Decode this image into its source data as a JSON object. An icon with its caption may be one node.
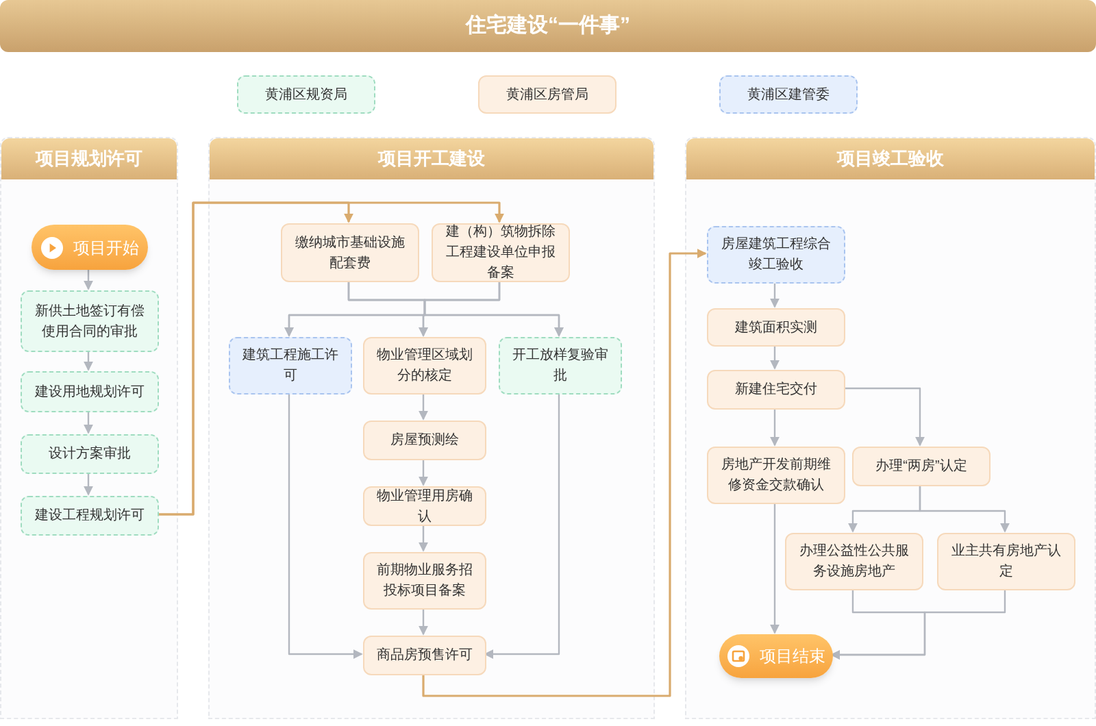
{
  "diagram": {
    "title": "住宅建设“一件事”",
    "nodes": [
      {
        "text": [
          "项目规划许可"
        ]
      },
      {
        "text": [
          "项目开始"
        ],
        "in": 0
      },
      {
        "text": [
          "新供土地签订有偿使用合同的审批"
        ],
        "in": 0
      },
      {
        "text": [
          "建设用地规划许可"
        ],
        "in": 0
      },
      {
        "text": [
          "设计方案审批"
        ],
        "in": 0
      },
      {
        "text": [
          "建设工程规划许可"
        ],
        "in": 0
      },
      {
        "text": [
          "项目开工建设"
        ]
      },
      {
        "text": [
          "缴纳城市基础设施配套费"
        ],
        "in": 6
      },
      {
        "text": [
          "建（构）筑物拆除工程建设单位申报备案"
        ],
        "in": 6
      },
      {
        "text": [
          "建筑工程施工许可"
        ],
        "in": 6
      },
      {
        "text": [
          "物业管理区域划分的核定"
        ],
        "in": 6
      },
      {
        "text": [
          "开工放样复验审批"
        ],
        "in": 6
      },
      {
        "text": [
          "房屋预测绘"
        ],
        "in": 6
      },
      {
        "text": [
          "物业管理用房确认"
        ],
        "in": 6
      },
      {
        "text": [
          "前期物业服务招投标项目备案"
        ],
        "in": 6
      },
      {
        "text": [
          "商品房预售许可"
        ],
        "in": 6
      },
      {
        "text": [
          "项目竣工验收"
        ]
      },
      {
        "text": [
          "房屋建筑工程综合竣工验收"
        ],
        "in": 16
      },
      {
        "text": [
          "建筑面积实测"
        ],
        "in": 16
      },
      {
        "text": [
          "新建住宅交付"
        ],
        "in": 16
      },
      {
        "text": [
          "房地产开发前期维修资金交款确认"
        ],
        "in": 16
      },
      {
        "text": [
          "办理“两房”认定"
        ],
        "in": 16
      },
      {
        "text": [
          "办理公益性公共服务设施房地产"
        ],
        "in": 16
      },
      {
        "text": [
          "业主共有房地产认定"
        ],
        "in": 16
      },
      {
        "text": [
          "项目结束"
        ],
        "in": 16
      }
    ],
    "edges": [
      {
        "from": 1,
        "to": 2,
        "arrow": "to"
      },
      {
        "from": 2,
        "to": 3,
        "arrow": "to"
      },
      {
        "from": 3,
        "to": 4,
        "arrow": "to"
      },
      {
        "from": 4,
        "to": 5,
        "arrow": "to"
      },
      {
        "from": 5,
        "to": 7,
        "arrow": "to",
        "color": "#d9ab6e"
      },
      {
        "from": 5,
        "to": 8,
        "arrow": "to",
        "color": "#d9ab6e"
      },
      {
        "from": 7,
        "to": 9,
        "arrow": "to"
      },
      {
        "from": 7,
        "to": 10,
        "arrow": "to"
      },
      {
        "from": 7,
        "to": 11,
        "arrow": "to"
      },
      {
        "from": 8,
        "to": 9,
        "arrow": "to"
      },
      {
        "from": 8,
        "to": 10,
        "arrow": "to"
      },
      {
        "from": 8,
        "to": 11,
        "arrow": "to"
      },
      {
        "from": 10,
        "to": 12,
        "arrow": "to"
      },
      {
        "from": 12,
        "to": 13,
        "arrow": "to"
      },
      {
        "from": 13,
        "to": 14,
        "arrow": "to"
      },
      {
        "from": 14,
        "to": 15,
        "arrow": "to"
      },
      {
        "from": 9,
        "to": 15,
        "arrow": "to"
      },
      {
        "from": 11,
        "to": 15,
        "arrow": "to"
      },
      {
        "from": 15,
        "to": 17,
        "arrow": "to",
        "color": "#d9ab6e"
      },
      {
        "from": 17,
        "to": 18,
        "arrow": "to"
      },
      {
        "from": 18,
        "to": 19,
        "arrow": "to"
      },
      {
        "from": 19,
        "to": 20,
        "arrow": "to"
      },
      {
        "from": 19,
        "to": 21,
        "arrow": "to"
      },
      {
        "from": 21,
        "to": 22,
        "arrow": "to"
      },
      {
        "from": 21,
        "to": 23,
        "arrow": "to"
      },
      {
        "from": 20,
        "to": 24,
        "arrow": "to"
      },
      {
        "from": 22,
        "to": 24,
        "arrow": "to"
      },
      {
        "from": 23,
        "to": 24,
        "arrow": "to"
      }
    ],
    "legend": [
      {
        "text": "黄浦区规资局",
        "color": "#eafaf2"
      },
      {
        "text": "黄浦区房管局",
        "color": "#fdf0e3"
      },
      {
        "text": "黄浦区建管委",
        "color": "#e6effd"
      }
    ]
  }
}
